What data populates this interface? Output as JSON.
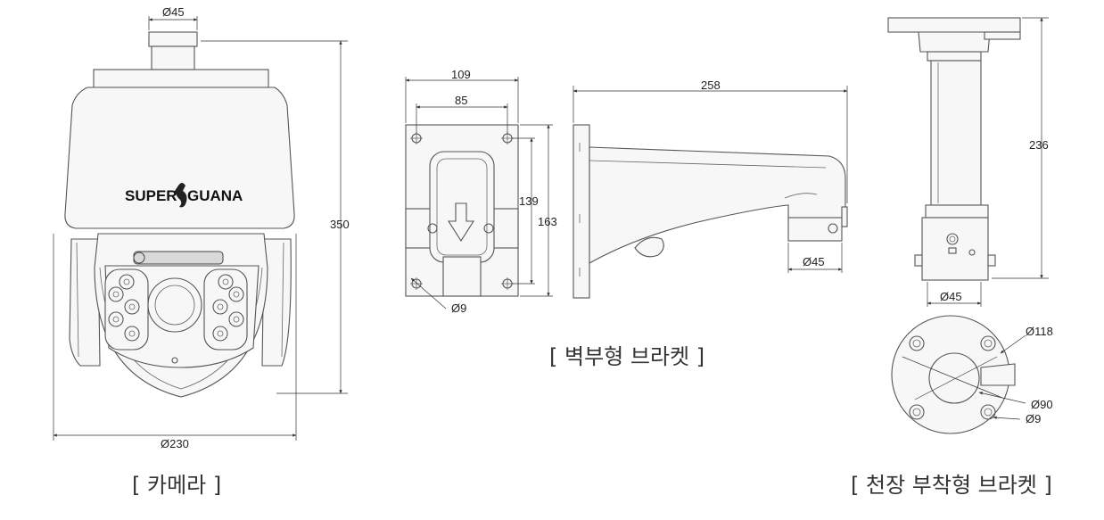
{
  "captions": {
    "camera": "[ 카메라 ]",
    "wall_bracket": "[ 벽부형 브라켓 ]",
    "ceiling_bracket": "[ 천장 부착형 브라켓 ]"
  },
  "logo": {
    "text_left": "SUPER",
    "text_right": "GUANA"
  },
  "camera_dims": {
    "top_diameter": "Ø45",
    "height": "350",
    "width": "Ø230"
  },
  "wall_bracket_dims": {
    "plate_width": "109",
    "hole_spacing_x": "85",
    "hole_spacing_y": "139",
    "plate_height": "163",
    "hole_diameter": "Ø9",
    "arm_length": "258",
    "pipe_diameter": "Ø45"
  },
  "ceiling_bracket_dims": {
    "height": "236",
    "pipe_diameter": "Ø45",
    "flange_diameter": "Ø118",
    "bolt_circle": "Ø90",
    "hole_diameter": "Ø9"
  },
  "colors": {
    "line": "#555555",
    "text": "#222222",
    "caption": "#333333"
  }
}
